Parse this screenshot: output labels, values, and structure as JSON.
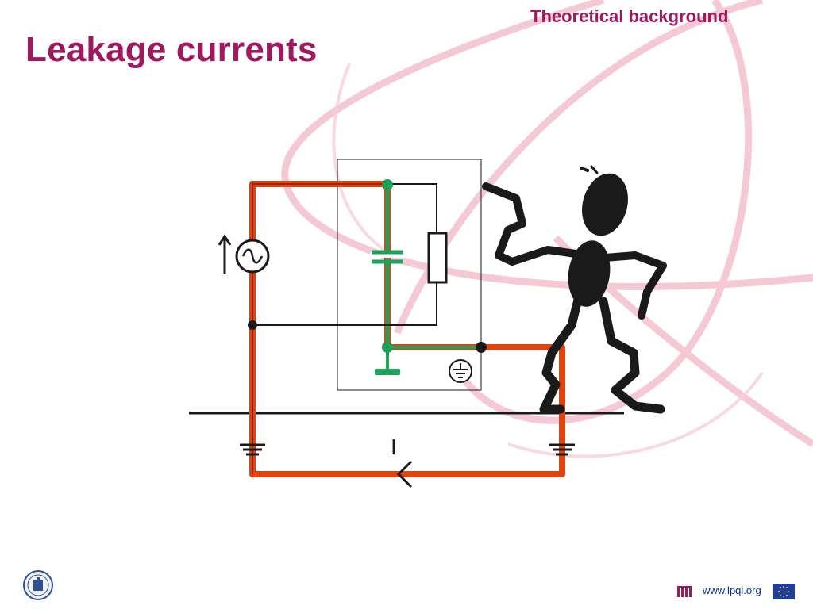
{
  "header": {
    "section_title": "Theoretical background"
  },
  "slide": {
    "title": "Leakage currents"
  },
  "diagram": {
    "current_label": "I",
    "colors": {
      "fault_path": "#e0430f",
      "protective_path": "#1fa05a",
      "wire": "#1a1a1a",
      "background_ribbon": "#f2b7c5",
      "title": "#a0195e"
    },
    "icons": [
      "ac-source-icon",
      "capacitor-icon",
      "resistor-icon",
      "earth-symbol-icon",
      "ground-icon",
      "person-figure-icon"
    ]
  },
  "footer": {
    "url_text": "www.lpqi.org",
    "logos": [
      "university-seal-logo",
      "lpqi-logo",
      "eu-flag-logo"
    ]
  }
}
